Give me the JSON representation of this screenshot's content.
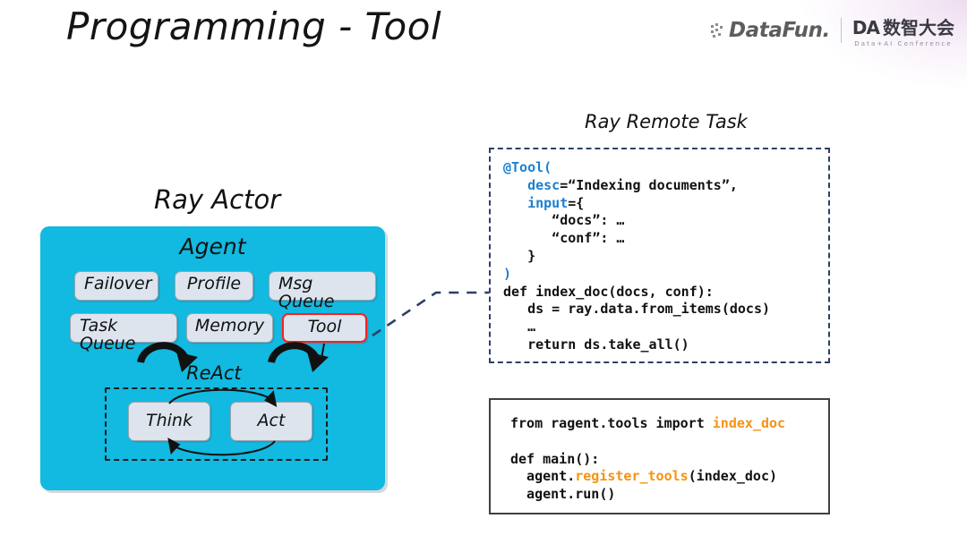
{
  "slide": {
    "title": "Programming -\nTool",
    "background_color": "#ffffff",
    "accent_color": "#12b9e0",
    "highlight_color": "#ff1f1f",
    "code_keyword_color": "#1b7fd0",
    "code_symbol_color": "#f59313"
  },
  "branding": {
    "datafun_text": "DataFun.",
    "conference_mark": "DA",
    "conference_name_cn": "数智大会",
    "conference_name_en": "Data+AI Conference"
  },
  "diagram": {
    "title": "Ray Actor",
    "container_label": "Agent",
    "components_row1": [
      {
        "label": "Failover"
      },
      {
        "label": "Profile"
      },
      {
        "label": "Msg Queue"
      }
    ],
    "components_row2": [
      {
        "label": "Task Queue"
      },
      {
        "label": "Memory"
      },
      {
        "label": "Tool",
        "highlighted": true
      }
    ],
    "loop": {
      "label": "ReAct",
      "nodes": [
        {
          "label": "Think"
        },
        {
          "label": "Act"
        }
      ]
    }
  },
  "remote_task": {
    "title": "Ray Remote Task",
    "code_lines": [
      [
        {
          "t": "@Tool(",
          "c": "blue"
        }
      ],
      [
        {
          "t": "   ",
          "c": "plain"
        },
        {
          "t": "desc",
          "c": "blue"
        },
        {
          "t": "=“Indexing documents”,",
          "c": "plain"
        }
      ],
      [
        {
          "t": "   ",
          "c": "plain"
        },
        {
          "t": "input",
          "c": "blue"
        },
        {
          "t": "={",
          "c": "plain"
        }
      ],
      [
        {
          "t": "      “docs”: …",
          "c": "plain"
        }
      ],
      [
        {
          "t": "      “conf”: …",
          "c": "plain"
        }
      ],
      [
        {
          "t": "   }",
          "c": "plain"
        }
      ],
      [
        {
          "t": ")",
          "c": "blue"
        }
      ],
      [
        {
          "t": "def index_doc(docs, conf):",
          "c": "plain"
        }
      ],
      [
        {
          "t": "   ds = ray.data.from_items(docs)",
          "c": "plain"
        }
      ],
      [
        {
          "t": "   …",
          "c": "plain"
        }
      ],
      [
        {
          "t": "   return ds.take_all()",
          "c": "plain"
        }
      ]
    ]
  },
  "usage": {
    "code_lines": [
      [
        {
          "t": "from ragent.tools import ",
          "c": "plain"
        },
        {
          "t": "index_doc",
          "c": "orange"
        }
      ],
      [
        {
          "t": "",
          "c": "plain"
        }
      ],
      [
        {
          "t": "def main():",
          "c": "plain"
        }
      ],
      [
        {
          "t": "  agent.",
          "c": "plain"
        },
        {
          "t": "register_tools",
          "c": "orange"
        },
        {
          "t": "(index_doc)",
          "c": "plain"
        }
      ],
      [
        {
          "t": "  agent.run()",
          "c": "plain"
        }
      ]
    ]
  }
}
